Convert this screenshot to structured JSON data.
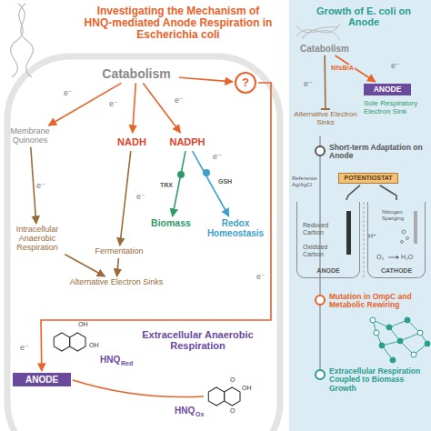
{
  "diagram": {
    "title": "Investigating the Mechanism of HNQ-mediated Anode Respiration in Escherichia coli",
    "nodes": [
      {
        "text": [
          "Catabolism"
        ]
      },
      {
        "text": [
          "Membrane Quinones"
        ]
      },
      {
        "text": [
          "NADH"
        ]
      },
      {
        "text": [
          "NADPH"
        ]
      },
      {
        "text": [
          "Intracellular Anaerobic Respiration"
        ]
      },
      {
        "text": [
          "Fermentation"
        ]
      },
      {
        "text": [
          "Alternative Electron Sinks"
        ]
      },
      {
        "text": [
          "Biomass"
        ]
      },
      {
        "text": [
          "Redox Homeostasis"
        ]
      },
      {
        "text": [
          "?"
        ]
      },
      {
        "text": [
          "ANODE"
        ]
      },
      {
        "text": [
          "Growth of E. coli on Anode"
        ]
      },
      {
        "text": [
          "Catabolism"
        ],
        "in": 11
      },
      {
        "text": [
          "ANODE"
        ],
        "in": 11
      },
      {
        "text": [
          "Alternative Electron Sinks"
        ],
        "in": 11
      },
      {
        "text": [
          "POTENTIOSTAT"
        ],
        "in": 11
      },
      {
        "text": [
          "ANODE"
        ],
        "in": 11
      },
      {
        "text": [
          "CATHODE"
        ],
        "in": 11
      }
    ],
    "edges": [
      {
        "from": 0,
        "to": 2,
        "arrow": "to"
      },
      {
        "from": 0,
        "to": 3,
        "arrow": "to"
      },
      {
        "from": 0,
        "to": 1,
        "arrow": "to"
      },
      {
        "from": 2,
        "to": 5,
        "arrow": "to"
      },
      {
        "from": 1,
        "to": 4,
        "arrow": "to"
      },
      {
        "from": 4,
        "to": 6,
        "arrow": "to"
      },
      {
        "from": 5,
        "to": 6,
        "arrow": "to"
      },
      {
        "from": 3,
        "to": 7,
        "arrow": "to"
      },
      {
        "from": 3,
        "to": 8,
        "arrow": "to"
      },
      {
        "from": 0,
        "to": 9,
        "arrow": "to"
      },
      {
        "from": 9,
        "to": 10,
        "arrow": "to"
      },
      {
        "from": 12,
        "to": 13,
        "label": "NfsB/A",
        "arrow": "to"
      },
      {
        "from": 12,
        "to": 14,
        "arrow": "none"
      },
      {
        "from": 15,
        "to": 16,
        "arrow": "none"
      },
      {
        "from": 15,
        "to": 17,
        "arrow": "none"
      }
    ],
    "labels": [
      "e⁻",
      "e⁻",
      "e⁻",
      "e⁻",
      "e⁻",
      "e⁻",
      "e⁻",
      "e⁻",
      "TRX",
      "GSH",
      "Extracellular Anaerobic Respiration",
      "HNQ",
      "Red",
      "HNQ",
      "Ox",
      "Sole Respiratory Electron Sink",
      "Short-term Adaptation on Anode",
      "Reference Ag/AgCl",
      "Nitrogen Sparging",
      "Reduced Carbon",
      "Oxidized Carbon",
      "H⁺",
      "O₂",
      "H₂O",
      "e⁻",
      "e⁻",
      "Mutation in OmpC and Metabolic Rewiring",
      "Extracellular Respiration Coupled to Biomass Growth",
      "OH",
      "OH",
      "O",
      "O",
      "OH"
    ]
  }
}
